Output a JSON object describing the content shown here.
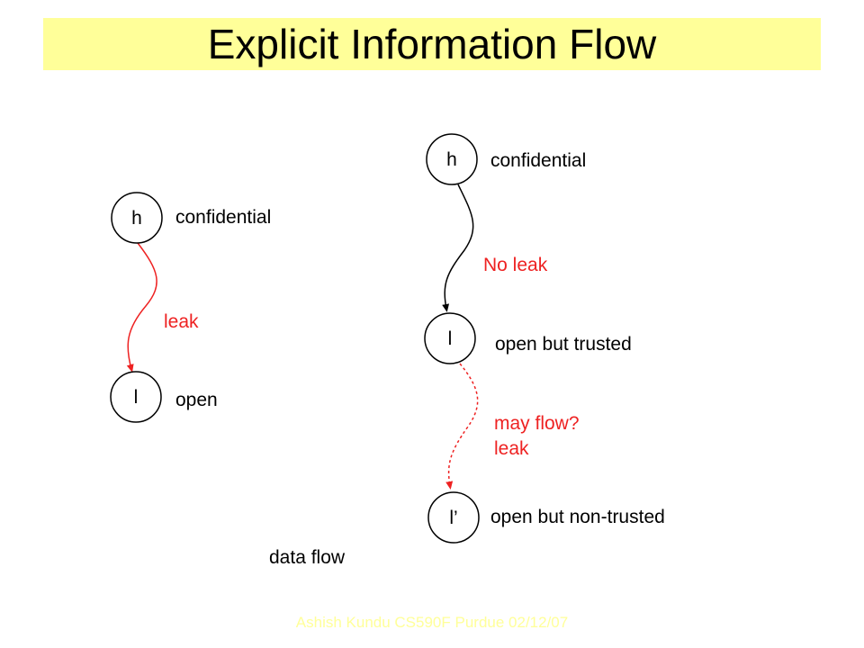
{
  "title": "Explicit Information Flow",
  "colors": {
    "title_bg": "#ffff99",
    "leak": "#ee2222",
    "flow": "#000000"
  },
  "left": {
    "high_node": "h",
    "high_label": "confidential",
    "low_node": "l",
    "low_label": "open",
    "edge_label": "leak"
  },
  "right": {
    "high_node": "h",
    "high_label": "confidential",
    "mid_node": "l",
    "mid_label": "open but trusted",
    "low_node": "l’",
    "low_label": "open but non-trusted",
    "edge1_label": "No leak",
    "edge2_label_line1": "may flow?",
    "edge2_label_line2": "leak"
  },
  "caption": "data flow",
  "footer": "Ashish Kundu CS590F Purdue 02/12/07"
}
